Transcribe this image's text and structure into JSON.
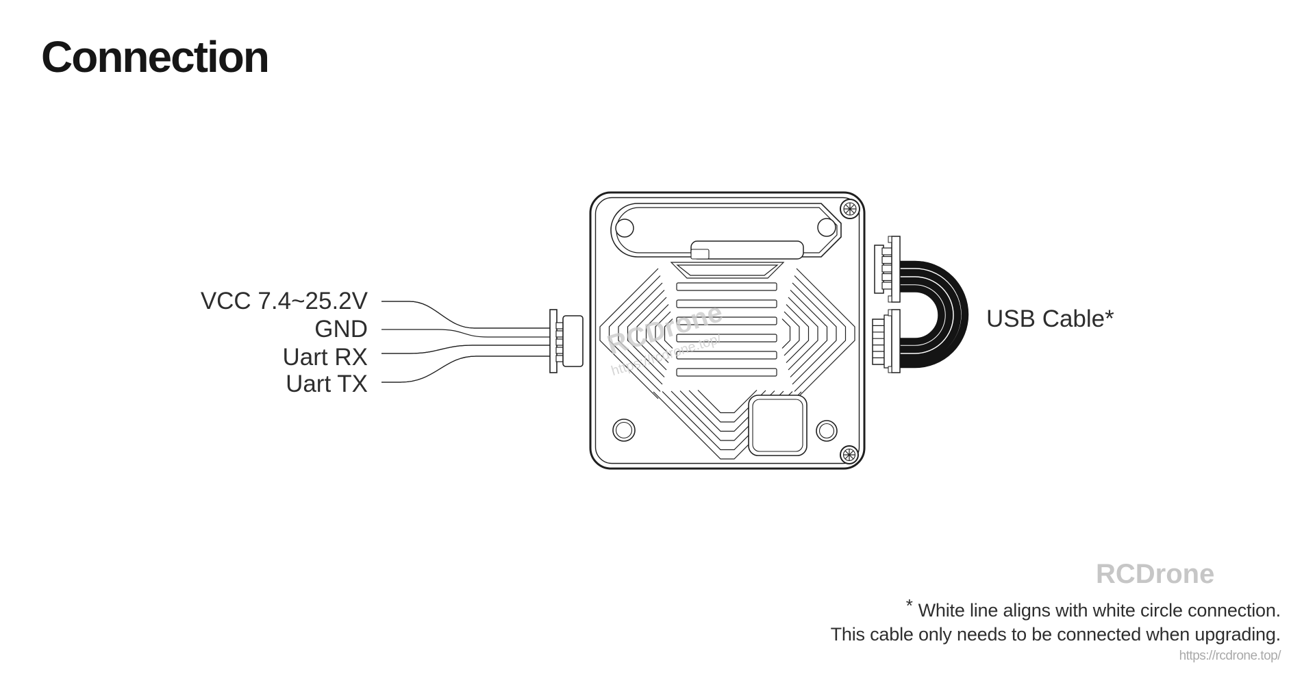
{
  "page": {
    "title": "Connection",
    "background": "#ffffff"
  },
  "diagram": {
    "left_cable": {
      "connector_pins": "4",
      "wires": [
        {
          "label": "VCC 7.4~25.2V",
          "color": "#d23b33"
        },
        {
          "label": "GND",
          "color": "#141414"
        },
        {
          "label": "Uart RX",
          "color": "#ffffff"
        },
        {
          "label": "Uart TX",
          "color": "#bcbcbc"
        }
      ]
    },
    "usb_cable": {
      "label": "USB Cable*",
      "color": "#141414"
    }
  },
  "watermark": {
    "brand": "RCDrone",
    "url": "https://rcdrone.top/"
  },
  "footnote": {
    "asterisk": "*",
    "line1": "White line aligns with white circle connection.",
    "line2": "This cable only needs to be connected when upgrading."
  },
  "colors": {
    "title_text": "#161616",
    "label_text": "#2d2d2d",
    "line_art": "#1f1f1f",
    "watermark_gray": "#c6c6c6",
    "url_gray": "#a9a9a9"
  }
}
